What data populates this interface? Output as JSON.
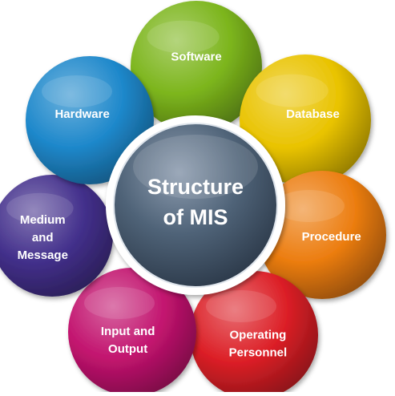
{
  "center": {
    "lines": [
      "Structure",
      "of MIS"
    ],
    "color": "#4f6378"
  },
  "petals": [
    {
      "id": "software",
      "lines": [
        "Software"
      ],
      "color": "#7cb51c"
    },
    {
      "id": "database",
      "lines": [
        "Database"
      ],
      "color": "#e9c300"
    },
    {
      "id": "procedure",
      "lines": [
        "Procedure"
      ],
      "color": "#ec7d10"
    },
    {
      "id": "operating-personnel",
      "lines": [
        "Operating",
        "Personnel"
      ],
      "color": "#dc1f26"
    },
    {
      "id": "input-output",
      "lines": [
        "Input and",
        "Output"
      ],
      "color": "#c2136e"
    },
    {
      "id": "medium-message",
      "lines": [
        "Medium",
        "and",
        "Message"
      ],
      "color": "#43308c"
    },
    {
      "id": "hardware",
      "lines": [
        "Hardware"
      ],
      "color": "#1e88cb"
    }
  ]
}
